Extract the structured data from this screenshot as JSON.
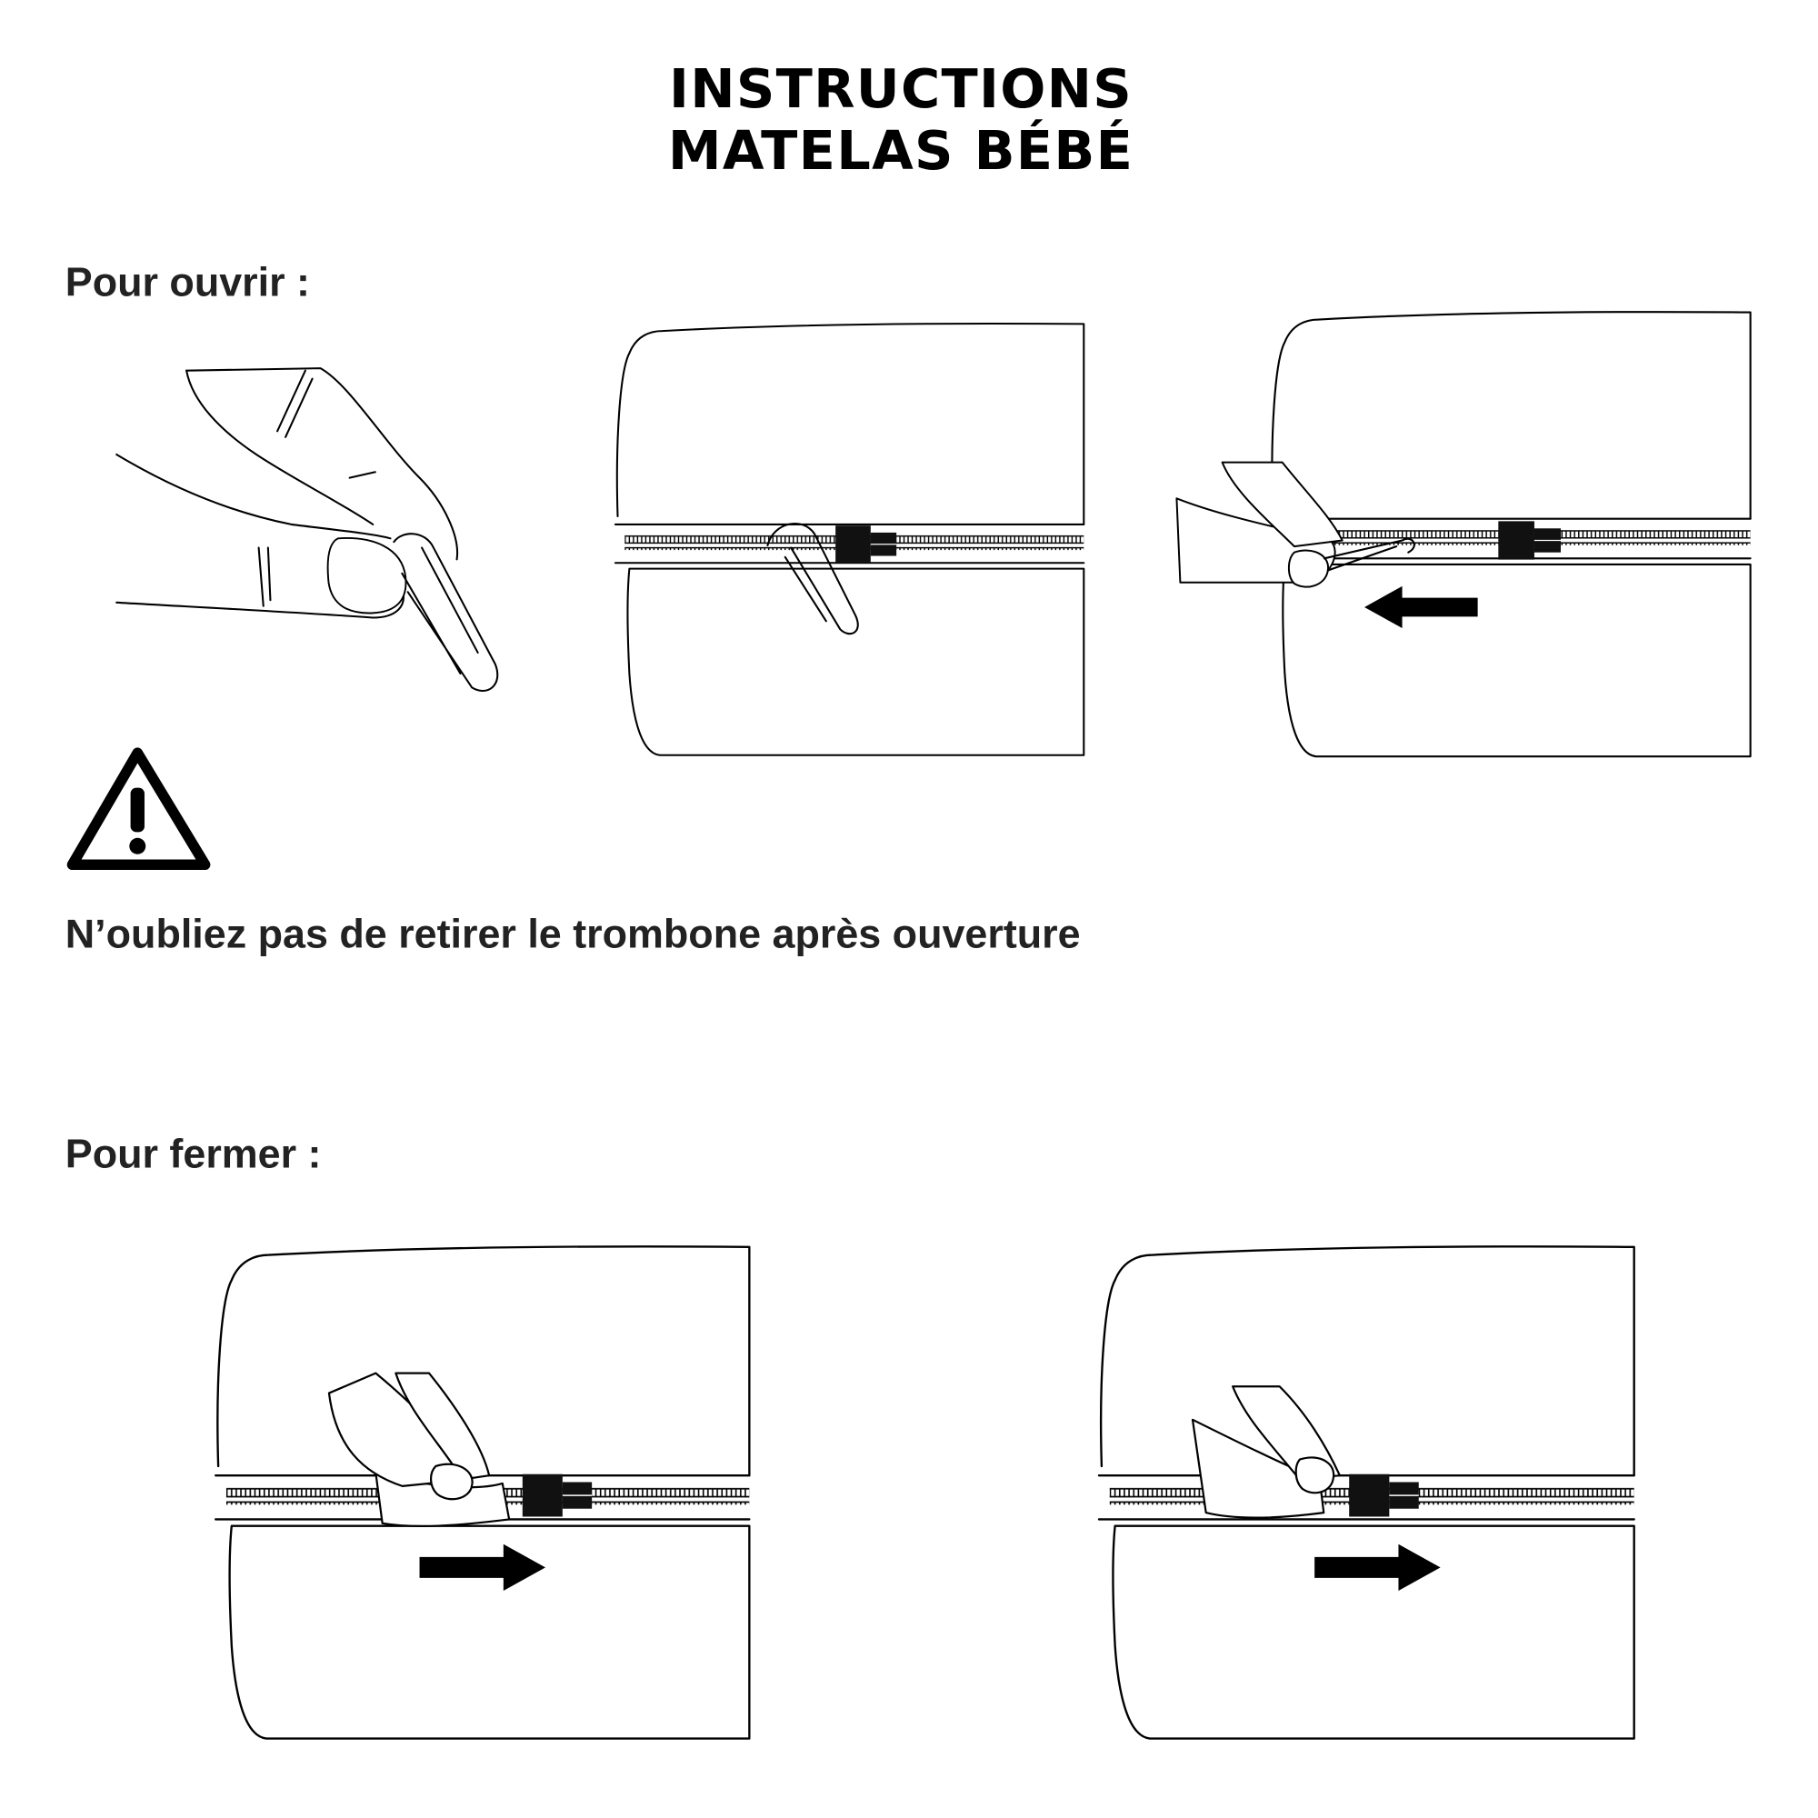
{
  "header": {
    "title_line1": "INSTRUCTIONS",
    "title_line2": "MATELAS BÉBÉ"
  },
  "open_section": {
    "heading": "Pour ouvrir :",
    "warning_icon": "warning-triangle-icon",
    "warning_text": "N’oubliez pas de retirer le trombone après ouverture"
  },
  "close_section": {
    "heading": "Pour fermer :"
  },
  "colors": {
    "ink": "#000000",
    "heading": "#222222",
    "background": "#ffffff"
  }
}
